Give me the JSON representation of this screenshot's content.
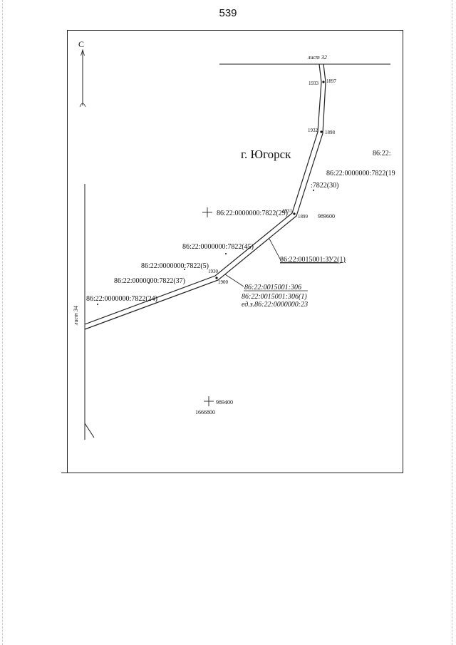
{
  "page_number": "539",
  "north_label": "С",
  "sheet_top": "лист 32",
  "sheet_left": "лист 34",
  "city_label": "г. Югорск",
  "parcels": {
    "edge_partial": "86:22:",
    "p19_partial": "86:22:0000000:7822(19",
    "p30": ":7822(30)",
    "p29": "86:22:0000000:7822(29)",
    "p45": "86:22:0000000:7822(45)",
    "p5": "86:22:0000000:7822(5)",
    "p37": "86:22:0000000:7822(37)",
    "p24": "86:22:0000000:7822(24)",
    "zu2": "86:22:0015001:ЗУ2(1)",
    "q306": "86:22:0015001:306",
    "q306_1": "86:22:0015001:306(1)",
    "ez": "ед.з.86:22:0000000:23"
  },
  "points": {
    "p1897": "1897",
    "p1933": "1933",
    "p1932": "1932",
    "p1898": "1898",
    "p1931": "1931",
    "p1899": "1899",
    "p1930": "1930",
    "p1900": "1900"
  },
  "coords": {
    "x989600": "989600",
    "x989400": "989400",
    "y1666800": "1666800"
  }
}
